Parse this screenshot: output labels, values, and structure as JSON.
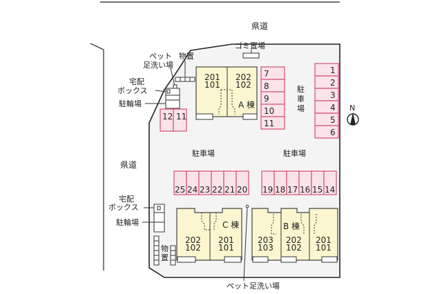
{
  "roads": {
    "north": "県道",
    "west": "県道"
  },
  "facilities": {
    "garbage": "ゴミ置場",
    "pet_wash_top_line1": "ペット",
    "pet_wash_top_line2": "足洗い場",
    "storage_top": "物置",
    "delivery_box_top_line1": "宅配",
    "delivery_box_top_line2": "ボックス",
    "bike_parking_top": "駐輪場",
    "delivery_box_bottom_line1": "宅配",
    "delivery_box_bottom_line2": "ボックス",
    "bike_parking_bottom": "駐輪場",
    "storage_bottom": "物置",
    "pet_wash_bottom": "ペット足洗い場"
  },
  "parking_labels": {
    "east_vertical": "駐車場",
    "center_left": "駐車場",
    "center_right": "駐車場"
  },
  "parking_stalls": {
    "east_column": [
      "1",
      "2",
      "3",
      "4",
      "5",
      "6"
    ],
    "a_side_column": [
      "7",
      "8",
      "9",
      "10",
      "11"
    ],
    "northwest_pair": [
      "12",
      "11"
    ],
    "row_left": [
      "25",
      "24",
      "23",
      "22",
      "21",
      "20"
    ],
    "row_right": [
      "19",
      "18",
      "17",
      "16",
      "15",
      "14"
    ]
  },
  "buildings": {
    "a": {
      "name": "A 棟",
      "units": [
        {
          "upper": "201",
          "lower": "101"
        },
        {
          "upper": "202",
          "lower": "102"
        }
      ]
    },
    "c": {
      "name": "C 棟",
      "units": [
        {
          "upper": "202",
          "lower": "102"
        },
        {
          "upper": "201",
          "lower": "101"
        }
      ]
    },
    "b": {
      "name": "B 棟",
      "units": [
        {
          "upper": "203",
          "lower": "103"
        },
        {
          "upper": "202",
          "lower": "102"
        },
        {
          "upper": "201",
          "lower": "101"
        }
      ]
    }
  },
  "compass": {
    "label": "N"
  },
  "colors": {
    "stall_fill": "#fbe3ea",
    "stall_stroke": "#d0516f",
    "building_fill": "#fbf6cf",
    "lot_fill": "#f4f4f4"
  }
}
